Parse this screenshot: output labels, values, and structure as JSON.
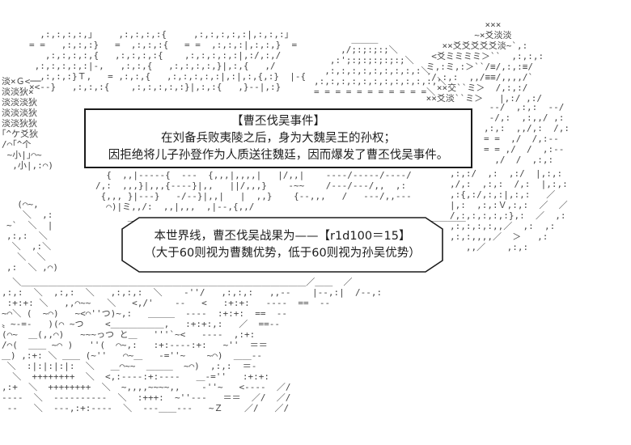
{
  "scene": {
    "bg_color": "#ffffff",
    "ink_color": "#454545",
    "box_border_color": "#1b1b1b"
  },
  "event_box": {
    "title": "【曹丕伐吴事件】",
    "line1": "在刘备兵败夷陵之后，身为大魏吴王的孙权；",
    "line2": "因拒绝将儿子孙登作为人质送往魏廷，因而爆发了曹丕伐吴事件。"
  },
  "dice_box": {
    "line1": "本世界线，曹丕伐吴战果为——【r1d100＝15】",
    "line2": "（大于60则视为曹魏优势，低于60则视为孙吴优势）"
  },
  "ascii_art": {
    "rows_top": [
      "  ,:,:,:,:,」    ,:,:,:,:{     ,:,:,:,:,:|,:,:,:」",
      "= =   ,:,:,:}   =  ,:,:,:{   = =  ,:,:,:|,:,:,}  =",
      "   ,:,:,:,:,{   ,:,:,:,:{    ,:,:,:,:,:|,:/,:,/",
      " ,:,:,:,:,:|-,   ,:,:,{   ,:,:,:,:,}|,:,{   ,/",
      "  ,:,:,:}Ｔ,   = ,:,:,{   ,:,:,:,:,:|,:|,:,{,:}  |-{",
      "×<--}   ,:,:,:{    ,:,:,:,:,:}|,:,:{   ,}--|,:}"
    ],
    "mountain_center": [
      "       ＿＿＿",
      "     ,/;:;:;:;＼",
      "   ,:';:;:;:;:;:;＼",
      "  ,:,:,:,:,:,:,:,:,:＼",
      ",:,:,:,:,:,:,:,:,:,:,:,＼",
      "= = = = = = = = = = =＼"
    ],
    "mountain_right": [
      "            ×××",
      "          ~×爻淡淡",
      "    ××爻爻爻爻爻淡~`,:",
      "  <爻ミミミミ＞``  ,:,:,:",
      " ミ,:ミ,:＞``/≡/,:,:≡/",
      " ´/,:,:  ,,/≡≡/,,,,/`",
      "   ××交``ミ＞  /,:,:/",
      " ××爻淡``ミ＞   |,:/ ,:/"
    ],
    "trees_left": [
      "淡×Ｇ<──",
      "淡淡狄×",
      "淡淡淡狄",
      "淡淡淡狄",
      "淡淡狄狄",
      "｢^ケ爻狄",
      "/⌒｢^个",
      " ~小|｣⌒~",
      "  ,小|,:⌒)"
    ],
    "slope_right_upper": [
      " --/  ,:,:  --/",
      " -/,:  ,:,,/ ,:",
      ",:,:  ,,/,:  /,:",
      "= =  ,/  /,:--",
      "= = ,/  /  ,:--",
      "  ,/  /  ,:,:"
    ],
    "rows_mid": [
      "  {  ,,|-----{  ---  {,,,|,,,,|   |/,,|    ----/-----/----/",
      "/,:  ,,,}|,,,{----}|,,   ||/,,,}    -~~    /---/---/,,  ,:",
      " {,,, }|---}   -/--}|,,|   |  ,,}    {--,,,   /   ---/,,---",
      "  ⌒)|ミ,,/:  ,,|,,,  ,|--,{,,/",
      "      ＿＿＿＿＿＿＿＿＿＿＿＿＿＿＿＿＿＿＿＿＿＿＿＿＿＿＿＿＿＿＿＿＿＿＿＿＿＿"
    ],
    "slope_right_mid": [
      ",:,:/  ,:  ,:/  |,:,:",
      ",/,:  ,:,:  /,:  |,:,:",
      ",:{,:/,:,:|,:,:   ／",
      "|,:  ,:,:Ｖ,:,:  ／  ／",
      "/,:,:,:,:,:},:  ／  ,:",
      ",:,:,:,:,,／  ,:  ,:",
      ",:,:,,,,／  ＞   ,:",
      "   ,,／    ,:,:"
    ],
    "left_of_box2": [
      "  (⌒~,",
      "   ＼  ,:",
      "~`  ＼  |",
      ",:,:  ＼",
      " ＼  ,:＼",
      "  ＼  ＼",
      ",:  ＼ ,⌒)"
    ],
    "bottom": [
      "  ＼＿＿＿＿＿＿＿＿＿＿＿＿＿＿＿＿＿＿＿＿＿＿＿＿＿＿＿＿＿＿＿＿／＿＿  ／",
      ",:,:  ＼  ,:,:  ＼   ,:,:,:  ＼    -''/   ,:,:,:   ,,--    |--,:|  /--,:",
      " :+:+: ＼   ,,⌒~~   ＼   <,/'    --   <   :+:+:   ----  ==  --",
      "~⌒＼ (  ~⌒)   ~<⌒''つ)~,:   ＿＿＿  ----  :+:+:  ==  --",
      "〟~-=-   )(⌒ ~つ    <＿＿＿＿＿＿,   :+:+:,:   ／  ==--",
      "(⌒~  ＿(,,⌒)   ~~~っつ と＿   '''`~<   ----  ,:+:",
      "/⌒(  ＿＿ ~⌒ )   ''(  ⌒~,:   :+:----:+:   ~''  ＝＝",
      "＿) ,:+: ＼ ＿＿ (~''   ⌒~＿   -=''~    ~⌒)  ＿＿--",
      " ＼  :|:|:|:|:  ＼   ＿⌒~~  ＿＿＿  ~⌒)  ,:,:  ＝-",
      "  ＼  ++++++++  ＼  <,:----:+:----   ＿-=''   :+:+:",
      ",:+  ＼  ++++++++  ＼  ~,,,,~~~~,,    -''~   <----  ／/",
      "----  ＼  ----------  ＼  :+++:  ~''---   ＝＝  ／/  ／/",
      " --   ＼  ---,:+:----  ＼  ---＿＿---   ~Ｚ    ／/   ／/"
    ]
  }
}
